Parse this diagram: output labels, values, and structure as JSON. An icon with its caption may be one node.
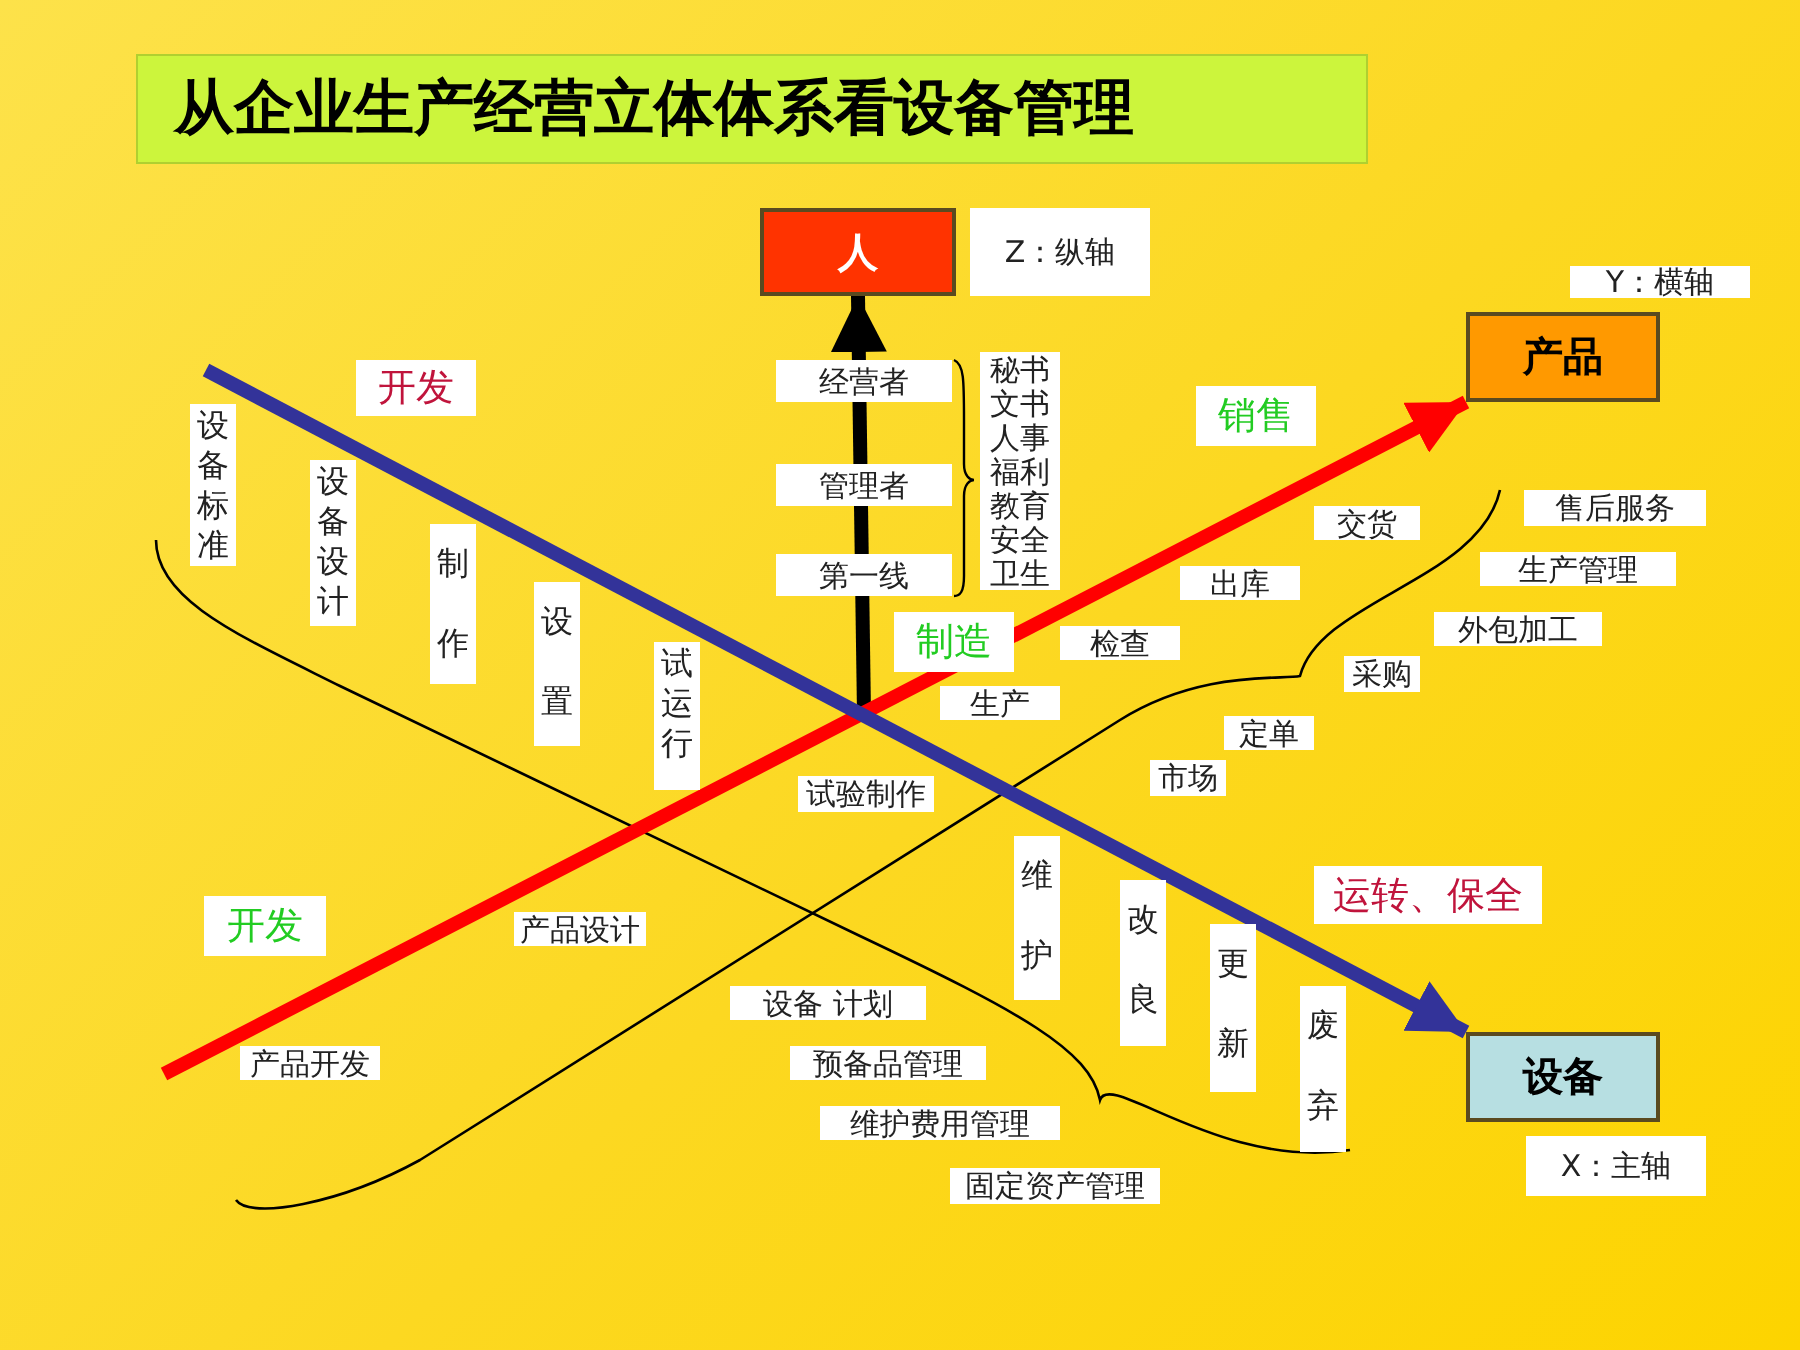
{
  "diagram": {
    "title": "从企业生产经营立体体系看设备管理",
    "nodes": [
      {
        "text": [
          "人"
        ],
        "beside": [
          "Z：纵轴"
        ]
      },
      {
        "text": [
          "产品"
        ],
        "beside": [
          "Y：横轴"
        ]
      },
      {
        "text": [
          "设备"
        ],
        "beside": [
          "X：主轴"
        ]
      }
    ],
    "edges": [
      {
        "from": null,
        "to": 0,
        "arrow": "to",
        "color": "#000000"
      },
      {
        "from": null,
        "to": 1,
        "arrow": "to",
        "color": "#ff0000"
      },
      {
        "from": null,
        "to": 2,
        "arrow": "to",
        "color": "#333399"
      }
    ],
    "labels": [
      "开发",
      "设备标准",
      "设备设计",
      "制作",
      "设置",
      "试运行",
      "经营者",
      "管理者",
      "第一线",
      "秘书",
      "文书",
      "人事",
      "福利",
      "教育",
      "安全",
      "卫生",
      "销售",
      "交货",
      "售后服务",
      "生产管理",
      "出库",
      "外包加工",
      "制造",
      "检查",
      "采购",
      "生产",
      "定单",
      "市场",
      "试验制作",
      "运转、保全",
      "维护",
      "改良",
      "更新",
      "废弃",
      "开发",
      "产品设计",
      "设备 计划",
      "产品开发",
      "预备品管理",
      "维护费用管理",
      "固定资产管理"
    ]
  }
}
